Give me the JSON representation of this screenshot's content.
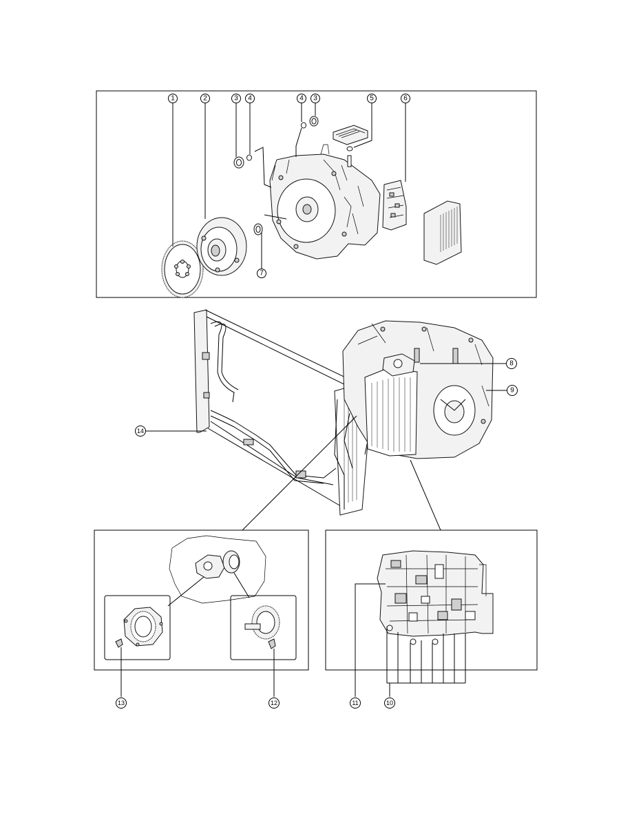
{
  "callouts": [
    {
      "id": "c1",
      "label": "1"
    },
    {
      "id": "c2",
      "label": "2"
    },
    {
      "id": "c3a",
      "label": "3"
    },
    {
      "id": "c4a",
      "label": "4"
    },
    {
      "id": "c4b",
      "label": "4"
    },
    {
      "id": "c3b",
      "label": "3"
    },
    {
      "id": "c5",
      "label": "5"
    },
    {
      "id": "c6",
      "label": "6"
    },
    {
      "id": "c7",
      "label": "7"
    },
    {
      "id": "c8",
      "label": "8"
    },
    {
      "id": "c9",
      "label": "9"
    },
    {
      "id": "c14",
      "label": "14"
    },
    {
      "id": "c13",
      "label": "13"
    },
    {
      "id": "c12",
      "label": "12"
    },
    {
      "id": "c11",
      "label": "11"
    },
    {
      "id": "c10",
      "label": "10"
    }
  ]
}
